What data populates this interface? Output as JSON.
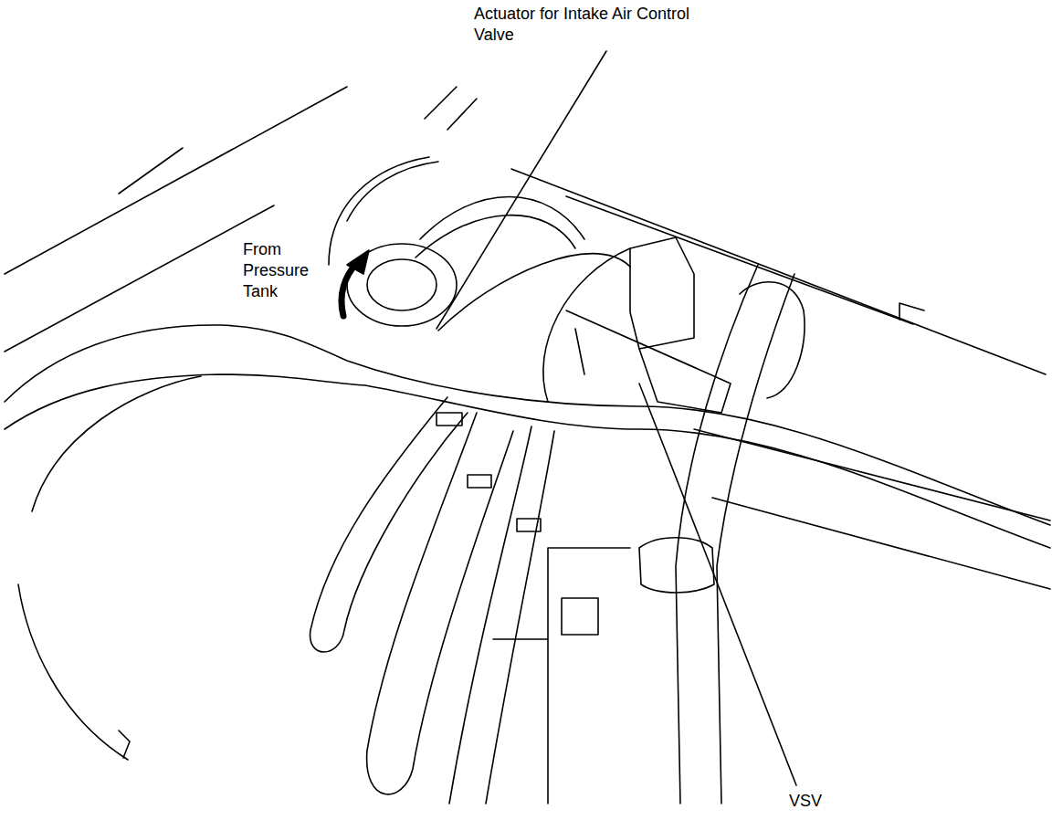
{
  "diagram": {
    "labels": [
      "Actuator for Intake Air Control Valve",
      "From Pressure Tank",
      "VSV"
    ]
  }
}
